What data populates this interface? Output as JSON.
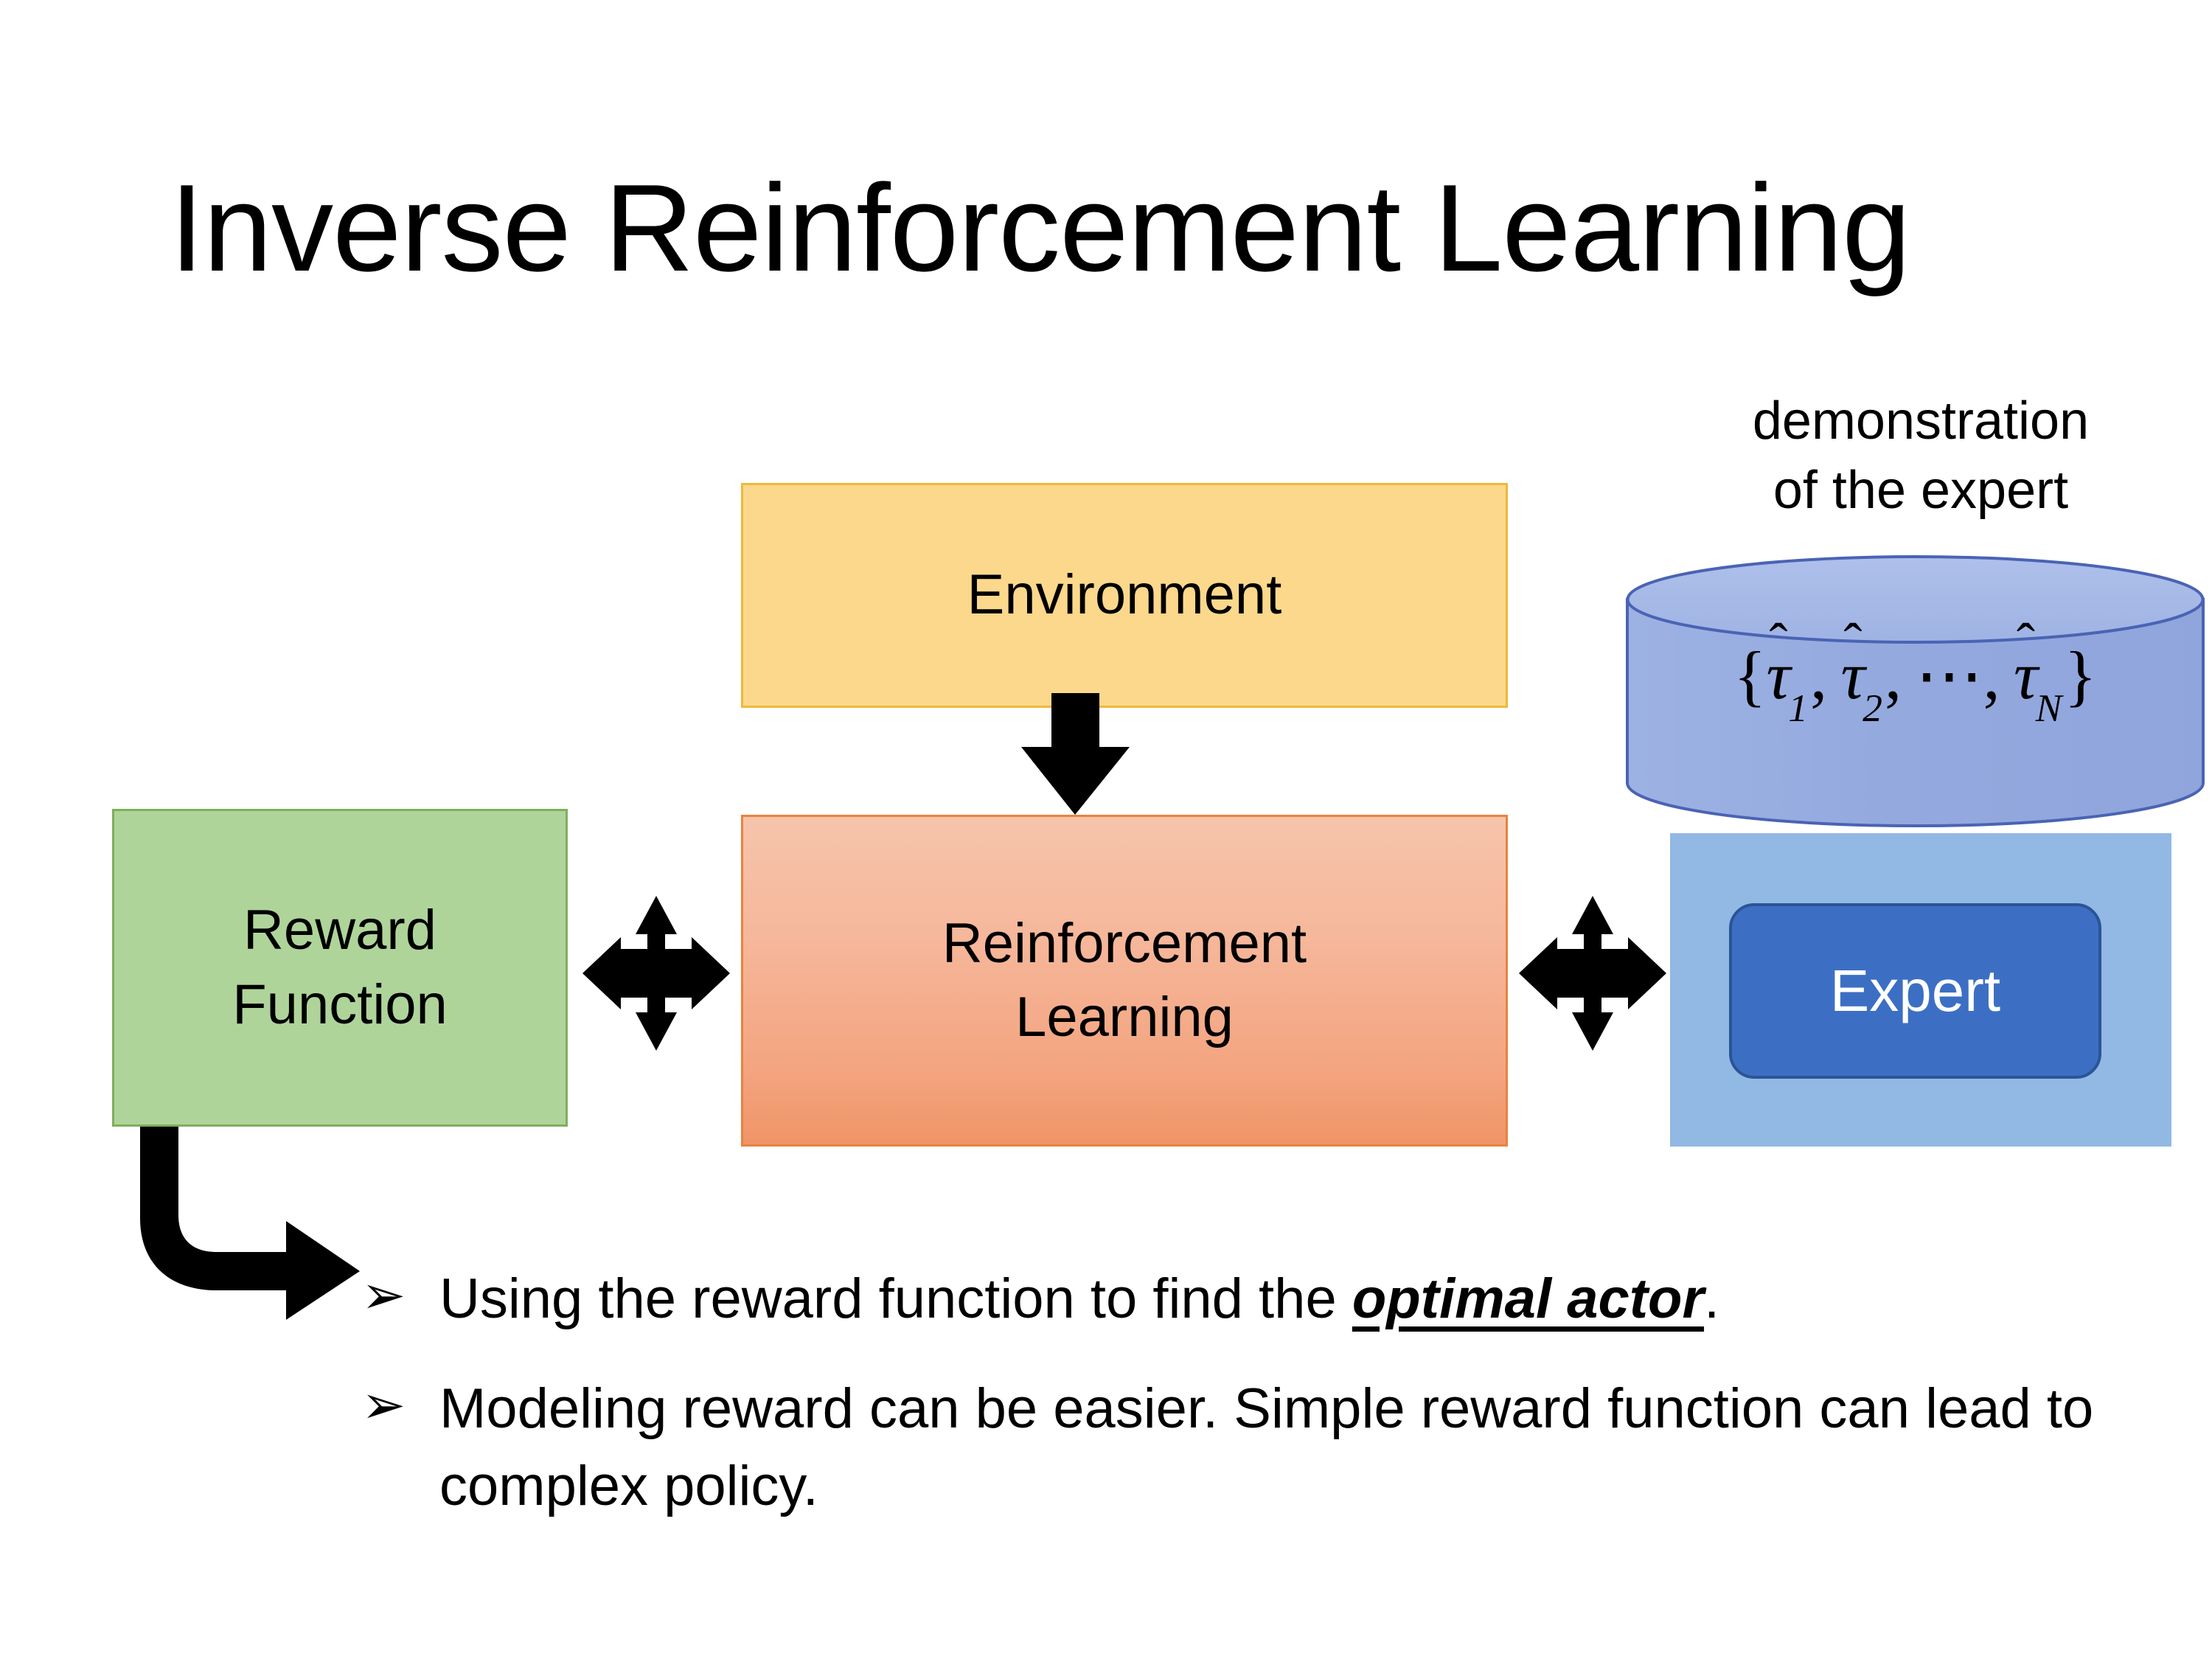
{
  "slide": {
    "title": "Inverse Reinforcement Learning",
    "background_color": "#FFFFFF"
  },
  "diagram": {
    "environment": {
      "label": "Environment",
      "fill_color": "#FBD88C",
      "border_color": "#F0B83C"
    },
    "reinforcement_learning": {
      "label": "Reinforcement\nLearning",
      "line1": "Reinforcement",
      "line2": "Learning",
      "fill_color": "#F4A98A",
      "border_color": "#E8833F"
    },
    "reward_function": {
      "label": "Reward\nFunction",
      "line1": "Reward",
      "line2": "Function",
      "fill_color": "#AFD49A",
      "border_color": "#7EAE5F"
    },
    "expert_group": {
      "caption_line1": "demonstration",
      "caption_line2": "of the expert",
      "cylinder_formula": "{τ̂1, τ̂2, ⋯, τ̂N}",
      "cylinder_tokens": {
        "open_brace": "{",
        "tau": "τ",
        "hat": "ˆ",
        "sub1": "1",
        "sub2": "2",
        "subN": "N",
        "comma": ",",
        "ellipsis": "⋯",
        "close_brace": "}"
      },
      "cylinder_fill_color": "#91A8DE",
      "cylinder_border_color": "#4A63B4",
      "backdrop_fill_color": "#92B8E4",
      "expert": {
        "label": "Expert",
        "fill_color": "#3C6FC4",
        "border_color": "#2B5497",
        "text_color": "#FFFFFF"
      }
    },
    "connectors": [
      {
        "name": "environment-to-rl",
        "kind": "down-arrow",
        "color": "#000000"
      },
      {
        "name": "reward-rl-bidirectional",
        "kind": "four-way-arrow",
        "color": "#000000"
      },
      {
        "name": "rl-expert-bidirectional",
        "kind": "four-way-arrow",
        "color": "#000000"
      },
      {
        "name": "reward-to-bullets",
        "kind": "bent-arrow",
        "color": "#000000"
      }
    ]
  },
  "bullets": {
    "marker": "➢",
    "items": [
      {
        "prefix": "Using the reward function to find the ",
        "emphasis": "optimal actor",
        "suffix": "."
      },
      {
        "prefix": "Modeling reward can be easier. Simple reward function can lead to complex policy.",
        "emphasis": "",
        "suffix": ""
      }
    ]
  }
}
